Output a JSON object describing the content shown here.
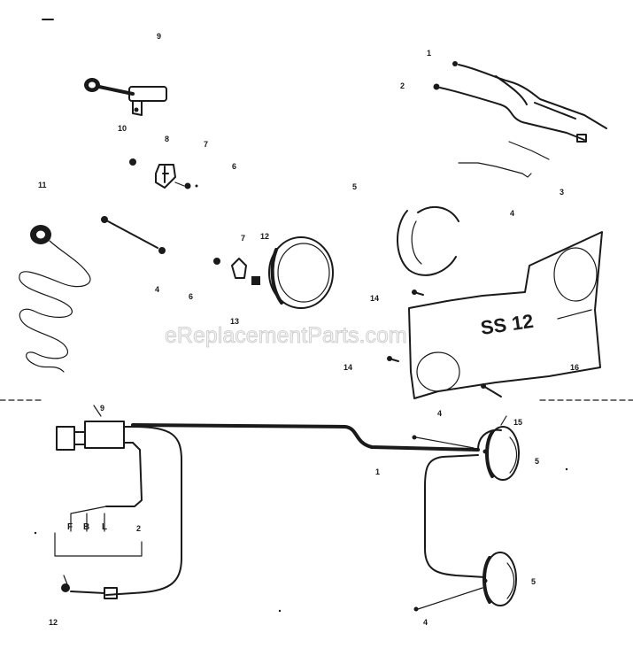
{
  "watermark": "eReplacementParts.com",
  "plate_text": "SS 12",
  "plug_letters": [
    "F",
    "B",
    "L"
  ],
  "callouts": {
    "c1": "9",
    "c2": "1",
    "c3": "2",
    "c4": "10",
    "c5": "8",
    "c6": "7",
    "c7": "6",
    "c8": "3",
    "c9": "5",
    "c10": "4",
    "c11": "11",
    "c12": "4",
    "c13": "7",
    "c14": "12",
    "c15": "6",
    "c16": "13",
    "c17": "14",
    "c18": "14",
    "c19": "16",
    "c20": "9",
    "c21": "4",
    "c22": "15",
    "c23": "1",
    "c24": "5",
    "c25": "2",
    "c26": "5",
    "c27": "12",
    "c28": "4"
  }
}
